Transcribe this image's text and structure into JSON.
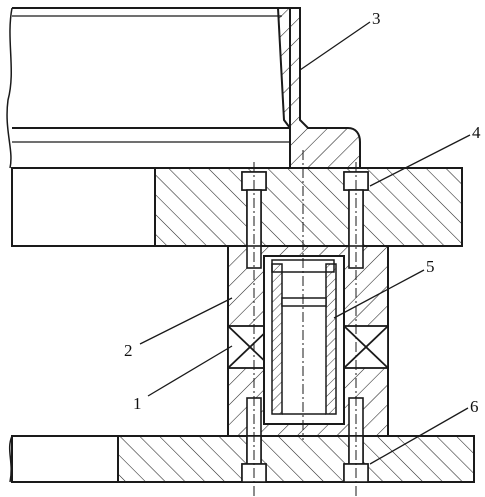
{
  "labels": {
    "l1": "1",
    "l2": "2",
    "l3": "3",
    "l4": "4",
    "l5": "5",
    "l6": "6"
  },
  "colors": {
    "ink": "#1a1a1a",
    "background": "#ffffff"
  }
}
